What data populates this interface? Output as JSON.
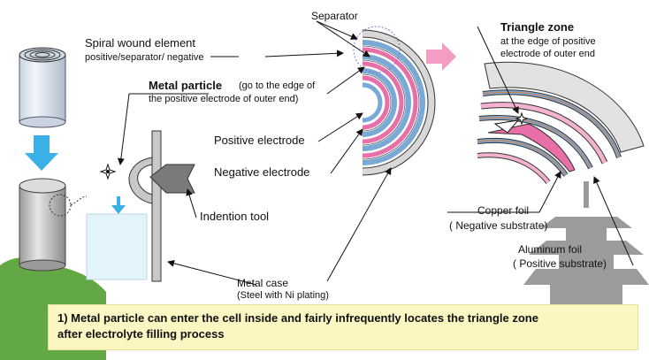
{
  "labels": {
    "separator": "Separator",
    "spiral_title": "Spiral wound element",
    "spiral_sub": "positive/separator/ negative",
    "metal_particle_bold": "Metal particle",
    "metal_particle_rest_1": "(go to  the edge of",
    "metal_particle_rest_2": "the positive electrode of outer end)",
    "positive_electrode": "Positive electrode",
    "negative_electrode": "Negative electrode",
    "indention_tool": "Indention tool",
    "metal_case_1": "Metal case",
    "metal_case_2": "(Steel with Ni plating)",
    "triangle_zone": "Triangle zone",
    "triangle_sub_1": "at the edge of positive",
    "triangle_sub_2": "electrode of outer end",
    "copper_foil_1": "Copper foil",
    "copper_foil_2": "( Negative substrate)",
    "aluminum_foil_1": "Aluminum foil",
    "aluminum_foil_2": "( Positive substrate)"
  },
  "caption": {
    "line1": "1)  Metal particle can enter the cell inside and fairly infrequently locates the triangle zone",
    "line2": "after electrolyte filling process"
  },
  "colors": {
    "arrow_blue": "#3ab0e6",
    "pink": "#e86fa8",
    "arrow_pink": "#f59cc4",
    "separator_blue": "#7aa9d6",
    "orange": "#e07a2f",
    "green": "#62a844",
    "caption_bg": "#fbf6c2"
  }
}
